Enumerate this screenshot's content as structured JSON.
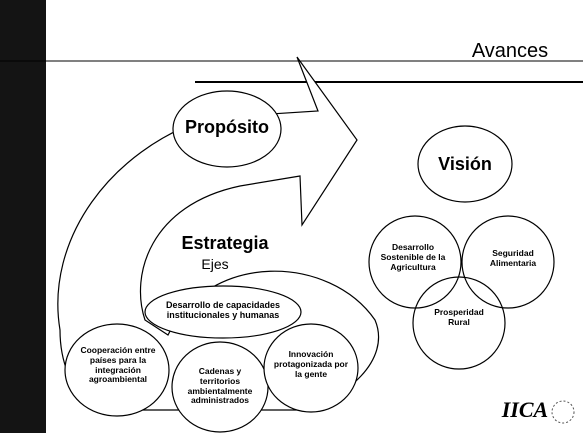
{
  "slide": {
    "section_title": "Avances",
    "logo_text": "IICA"
  },
  "diagram": {
    "proposito": "Propósito",
    "vision": "Visión",
    "estrategia": "Estrategia",
    "ejes_label": "Ejes",
    "vision_circles": [
      "Desarrollo Sostenible de la Agricultura",
      "Seguridad Alimentaria",
      "Prosperidad Rural"
    ],
    "ejes": [
      "Desarrollo de capacidades institucionales y humanas",
      "Cooperación entre países para la integración agroambiental",
      "Cadenas y territorios ambientalmente administrados",
      "Innovación protagonizada por la gente"
    ]
  }
}
